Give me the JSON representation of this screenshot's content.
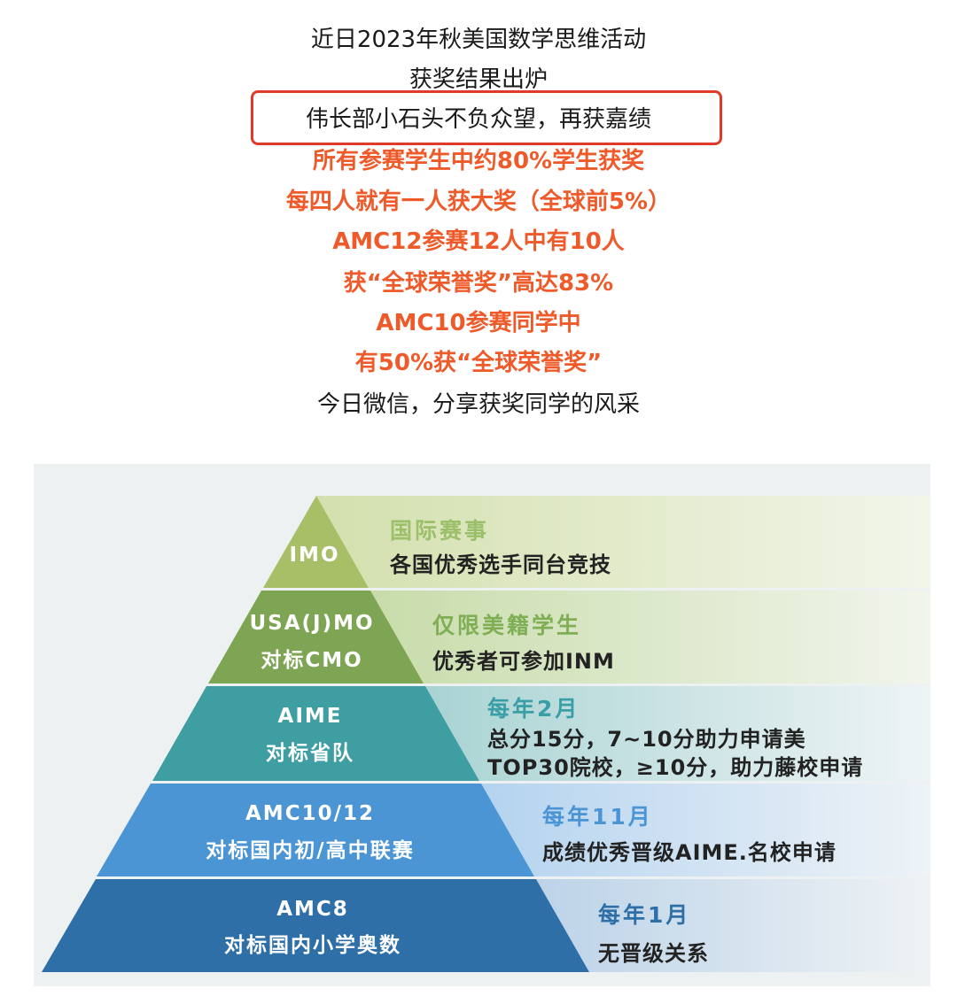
{
  "intro": {
    "lines": [
      "近日2023年秋美国数学思维活动",
      "获奖结果出炉",
      "伟长部小石头不负众望，再获嘉绩"
    ],
    "highlights": [
      "所有参赛学生中约80%学生获奖",
      "每四人就有一人获大奖（全球前5%）",
      "AMC12参赛12人中有10人",
      "获“全球荣誉奖”高达83%",
      "AMC10参赛同学中",
      "有50%获“全球荣誉奖”"
    ],
    "closing": "今日微信，分享获奖同学的风采"
  },
  "colors": {
    "accent": "#ef5a2a",
    "box": "#e03a2a",
    "imo": "#a8bf68",
    "usamo": "#7ea553",
    "aime": "#3e9ea1",
    "amc10": "#4b95d4",
    "amc8": "#2f6fa8"
  },
  "pyramid": [
    {
      "label": [
        "IMO"
      ],
      "title": "国际赛事",
      "title_color": "#9cbf6a",
      "desc": [
        "各国优秀选手同台竞技"
      ]
    },
    {
      "label": [
        "USA(J)MO",
        "对标CMO"
      ],
      "title": "仅限美籍学生",
      "title_color": "#7fae55",
      "desc": [
        "优秀者可参加INM"
      ]
    },
    {
      "label": [
        "AIME",
        "对标省队"
      ],
      "title": "每年2月",
      "title_color": "#3a9ea6",
      "desc": [
        "总分15分，7~10分助力申请美",
        "TOP30院校，≥10分，助力藤校申请"
      ]
    },
    {
      "label": [
        "AMC10/12",
        "对标国内初/高中联赛"
      ],
      "title": "每年11月",
      "title_color": "#4b95d4",
      "desc": [
        "成绩优秀晋级AIME.名校申请"
      ]
    },
    {
      "label": [
        "AMC8",
        "对标国内小学奥数"
      ],
      "title": "每年1月",
      "title_color": "#2f6fa8",
      "desc": [
        "无晋级关系"
      ]
    }
  ]
}
